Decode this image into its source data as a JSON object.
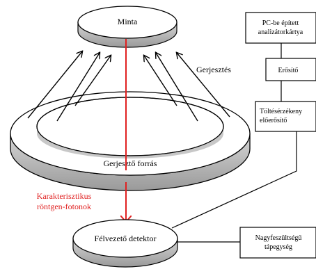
{
  "sample": {
    "label": "Minta"
  },
  "excitation": {
    "label": "Gerjesztés"
  },
  "source": {
    "label": "Gerjesztő forrás"
  },
  "xray": {
    "line1": "Karakterisztikus",
    "line2": "röntgen-fotonok"
  },
  "detector": {
    "label": "Félvezető detektor"
  },
  "pc_card": {
    "line1": "PC-be épített",
    "line2": "analizátorkártya"
  },
  "amplifier": {
    "label": "Erősítő"
  },
  "preamp": {
    "line1": "Töltésérzékeny",
    "line2": "előerősítő"
  },
  "hv_supply": {
    "line1": "Nagyfeszültségű",
    "line2": "tápegység"
  },
  "colors": {
    "signal": "#e02020",
    "stroke": "#000000",
    "disk_side": "#bdbdbd",
    "disk_top": "#ffffff"
  }
}
